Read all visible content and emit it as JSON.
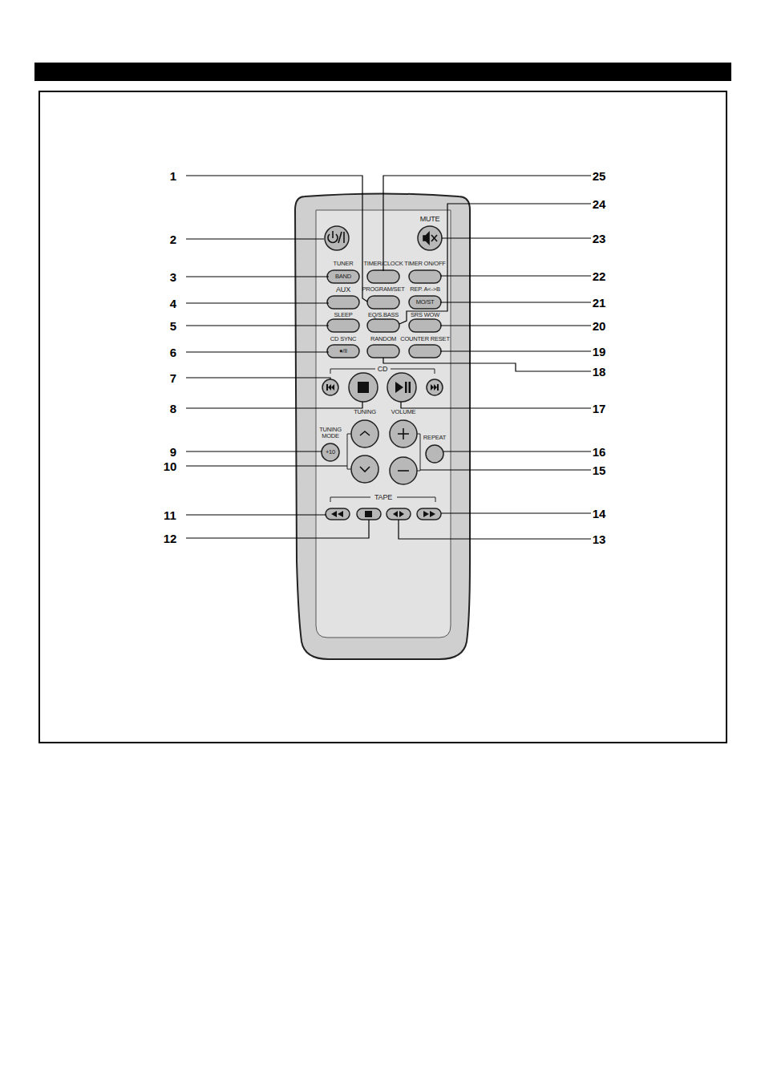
{
  "diagram": {
    "labels": [
      "1",
      "25",
      "24",
      "MUTE",
      "2",
      "23",
      "TUNER",
      "TIMER/CLOCK",
      "TIMER ON/OFF",
      "3",
      "BAND",
      "22",
      "AUX",
      "PROGRAM/SET",
      "REP. A<->B",
      "4",
      "MO/ST",
      "21",
      "SLEEP",
      "EQ/S.BASS",
      "SRS WOW",
      "5",
      "20",
      "CD SYNC",
      "RANDOM",
      "COUNTER RESET",
      "6",
      "●/II",
      "19",
      "CD",
      "18",
      "7",
      "8",
      "TUNING",
      "VOLUME",
      "17",
      "TUNING MODE",
      "9",
      "+10",
      "REPEAT",
      "16",
      "10",
      "15",
      "TAPE",
      "11",
      "14",
      "12",
      "13"
    ]
  }
}
